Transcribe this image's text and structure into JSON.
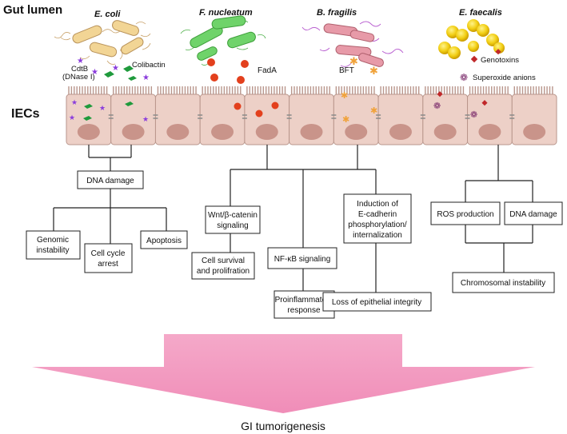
{
  "header": {
    "gut_lumen": "Gut lumen",
    "iecs": "IECs"
  },
  "bacteria": [
    {
      "name": "E. coli",
      "toxins": [
        "CdtB",
        "(DNase I)",
        "Colibactin"
      ]
    },
    {
      "name": "F. nucleatum",
      "toxins": [
        "FadA"
      ]
    },
    {
      "name": "B. fragilis",
      "toxins": [
        "BFT"
      ]
    },
    {
      "name": "E. faecalis",
      "toxins": [
        "Genotoxins",
        "Superoxide anions"
      ]
    }
  ],
  "boxes": {
    "dna_damage_ecoli": "DNA damage",
    "genomic_instability": [
      "Genomic",
      "instability"
    ],
    "cell_cycle_arrest": [
      "Cell cycle",
      "arrest"
    ],
    "apoptosis": "Apoptosis",
    "wnt": [
      "Wnt/β-catenin",
      "signaling"
    ],
    "cell_survival": [
      "Cell survival",
      "and prolifration"
    ],
    "nfkb": "NF-κB signaling",
    "proinflammatory": [
      "Proinflammatory",
      "response"
    ],
    "ecadherin": [
      "Induction of",
      "E-cadherin",
      "phosphorylation/",
      "internalization"
    ],
    "loss_epithelial": "Loss of epithelial integrity",
    "ros": "ROS production",
    "dna_damage_ef": "DNA damage",
    "chromosomal": "Chromosomal instability"
  },
  "outcome": "GI tumorigenesis",
  "colors": {
    "cell_fill": "#edd0c7",
    "nucleus": "#c9948a",
    "arrow": "#f3a0c4",
    "ecoli_body": "#f2d595",
    "fnuc_body": "#6fd36a",
    "bfrag_body": "#e79aa8",
    "efaec_body": "#f4d01a",
    "star": "#8a3cdc",
    "colibactin": "#1f9a3c",
    "fada": "#e3401d",
    "bft": "#f0a23a",
    "genotoxin": "#c0282a",
    "superoxide": "#7a2a6a"
  }
}
